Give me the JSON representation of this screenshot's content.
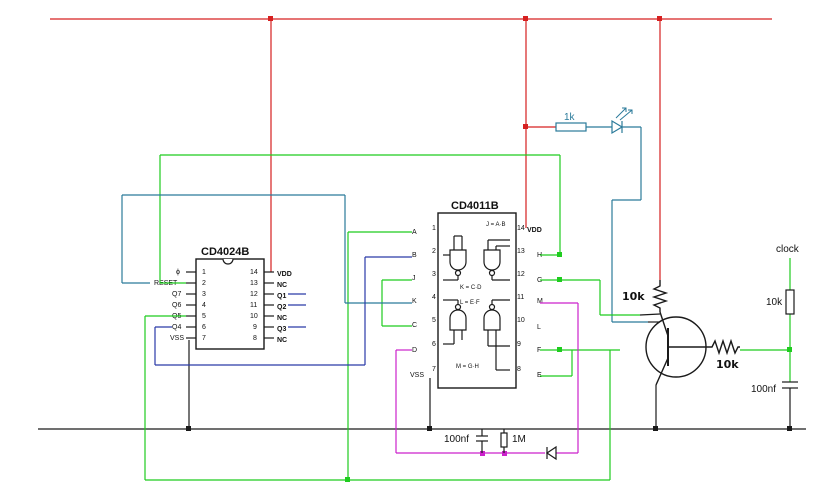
{
  "chips": {
    "left": {
      "name": "CD4024B",
      "left_pins": [
        {
          "num": "1",
          "label": "ϕ"
        },
        {
          "num": "2",
          "label": "RESET"
        },
        {
          "num": "3",
          "label": "Q7"
        },
        {
          "num": "4",
          "label": "Q6"
        },
        {
          "num": "5",
          "label": "Q5"
        },
        {
          "num": "6",
          "label": "Q4"
        },
        {
          "num": "7",
          "label": "VSS"
        }
      ],
      "right_pins": [
        {
          "num": "14",
          "label": "VDD"
        },
        {
          "num": "13",
          "label": "NC"
        },
        {
          "num": "12",
          "label": "Q1"
        },
        {
          "num": "11",
          "label": "Q2"
        },
        {
          "num": "10",
          "label": "NC"
        },
        {
          "num": "9",
          "label": "Q3"
        },
        {
          "num": "8",
          "label": "NC"
        }
      ]
    },
    "right": {
      "name": "CD4011B",
      "left_pins": [
        {
          "num": "1",
          "label": "A"
        },
        {
          "num": "2",
          "label": "B"
        },
        {
          "num": "3",
          "label": "J"
        },
        {
          "num": "4",
          "label": "K"
        },
        {
          "num": "5",
          "label": "C"
        },
        {
          "num": "6",
          "label": "D"
        },
        {
          "num": "7",
          "label": "VSS"
        }
      ],
      "right_pins": [
        {
          "num": "14",
          "label": "VDD"
        },
        {
          "num": "13",
          "label": "H"
        },
        {
          "num": "12",
          "label": "G"
        },
        {
          "num": "11",
          "label": "M"
        },
        {
          "num": "10",
          "label": "L"
        },
        {
          "num": "9",
          "label": "F"
        },
        {
          "num": "8",
          "label": "E"
        }
      ],
      "equations": {
        "j": "J = A·B",
        "k": "K = C·D",
        "l": "L = E·F",
        "m": "M = G·H"
      }
    }
  },
  "components": {
    "led_resistor": "1k",
    "collector_resistor": "10k",
    "base_resistor": "10k",
    "clock_resistor": "10k",
    "clock_cap": "100nf",
    "timing_cap": "100nf",
    "timing_resistor": "1M",
    "clock_label": "clock"
  },
  "colors": {
    "power": "#d62020",
    "ground": "#1a1a1a",
    "signal_green": "#1fcc1f",
    "signal_blue": "#2a3aa8",
    "signal_teal": "#2a7a9a",
    "signal_magenta": "#cc22cc"
  }
}
